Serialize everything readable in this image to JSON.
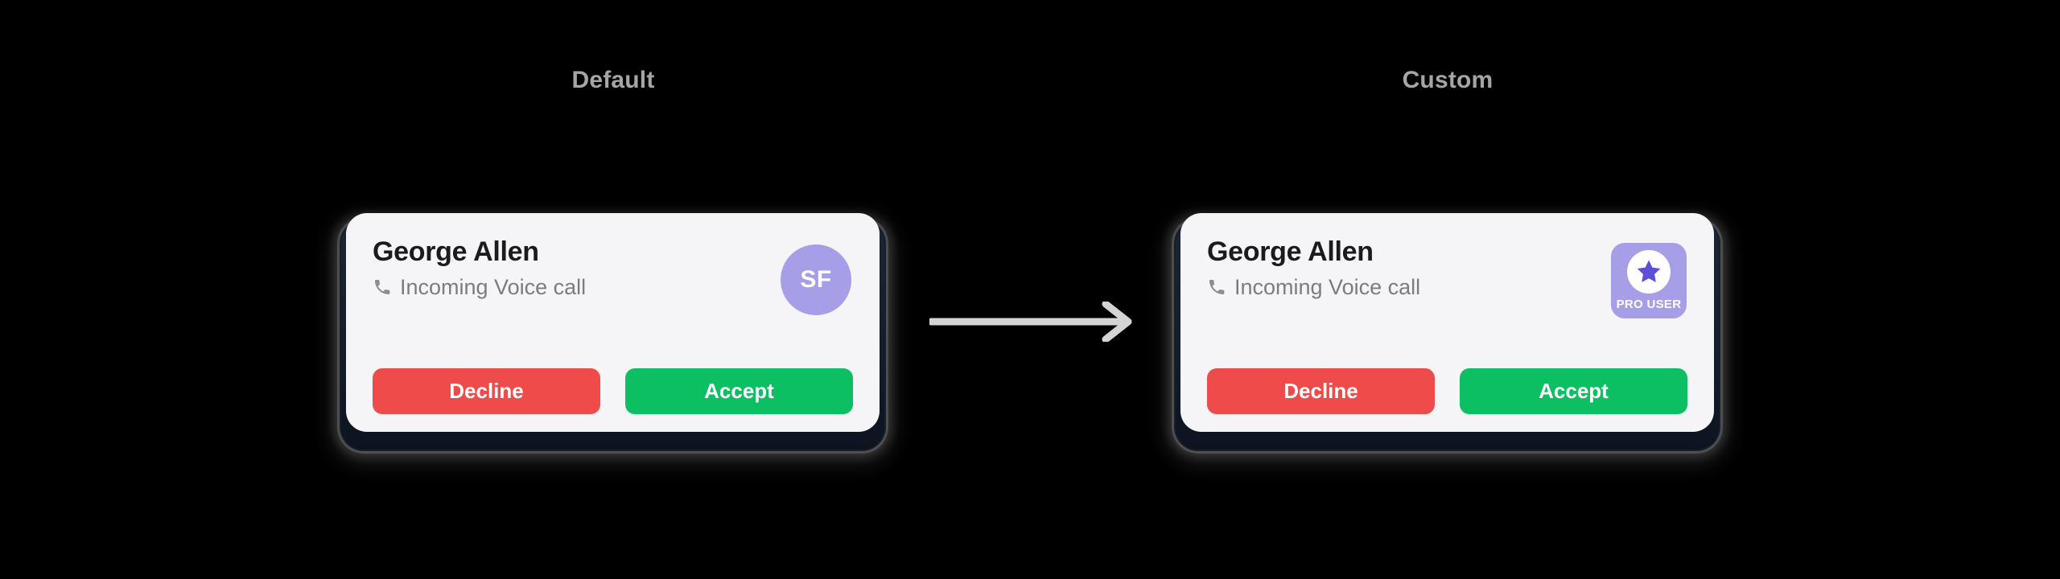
{
  "background_color": "#000000",
  "sections": [
    {
      "caption": "Default",
      "variant": "avatar-initials"
    },
    {
      "caption": "Custom",
      "variant": "pro-badge"
    }
  ],
  "colors": {
    "page_background": "#000000",
    "caption_text": "#a6a6a6",
    "card_surface": "#f5f5f7",
    "card_backing": "#161e2b",
    "caller_name_text": "#1b1b1d",
    "call_status_text": "#7c7c80",
    "avatar_background": "#a79ee8",
    "avatar_text": "#ffffff",
    "pro_badge_background": "#a79ee8",
    "pro_badge_disc": "#ffffff",
    "pro_badge_star": "#5c4fd6",
    "pro_badge_label_text": "#ffffff",
    "decline_button": "#f04b4b",
    "accept_button": "#0dbf63",
    "button_text": "#ffffff",
    "arrow": "#d4d4d4"
  },
  "default_card": {
    "caller_name": "George Allen",
    "call_status": "Incoming Voice call",
    "call_status_icon": "phone-icon",
    "avatar": {
      "type": "initials-circle",
      "initials": "SF"
    },
    "buttons": {
      "decline_label": "Decline",
      "accept_label": "Accept"
    }
  },
  "custom_card": {
    "caller_name": "George Allen",
    "call_status": "Incoming Voice call",
    "call_status_icon": "phone-icon",
    "badge": {
      "type": "pro-badge",
      "icon": "star-icon",
      "label": "PRO USER"
    },
    "buttons": {
      "decline_label": "Decline",
      "accept_label": "Accept"
    }
  },
  "arrow": {
    "icon": "arrow-right-icon",
    "direction": "right"
  }
}
